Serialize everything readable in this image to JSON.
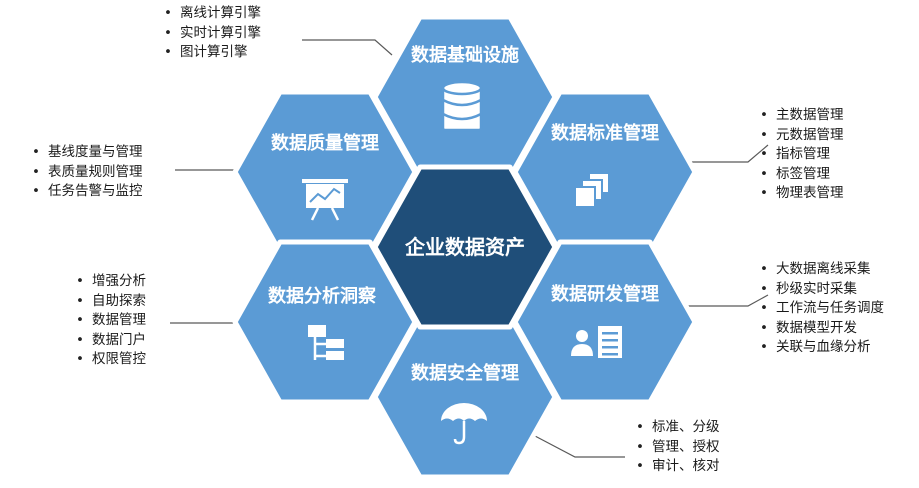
{
  "center": {
    "title": "企业数据资产"
  },
  "hexagons": {
    "infra": {
      "title": "数据基础设施",
      "icon": "database-icon",
      "items": [
        "离线计算引擎",
        "实时计算引擎",
        "图计算引擎"
      ]
    },
    "standard": {
      "title": "数据标准管理",
      "icon": "stacked-pages-icon",
      "items": [
        "主数据管理",
        "元数据管理",
        "指标管理",
        "标签管理",
        "物理表管理"
      ]
    },
    "quality": {
      "title": "数据质量管理",
      "icon": "presentation-board-icon",
      "items": [
        "基线度量与管理",
        "表质量规则管理",
        "任务告警与监控"
      ]
    },
    "dev": {
      "title": "数据研发管理",
      "icon": "user-list-icon",
      "items": [
        "大数据离线采集",
        "秒级实时采集",
        "工作流与任务调度",
        "数据模型开发",
        "关联与血缘分析"
      ]
    },
    "analysis": {
      "title": "数据分析洞察",
      "icon": "hierarchy-tree-icon",
      "items": [
        "增强分析",
        "自助探索",
        "数据管理",
        "数据门户",
        "权限管控"
      ]
    },
    "security": {
      "title": "数据安全管理",
      "icon": "umbrella-icon",
      "items": [
        "标准、分级",
        "管理、授权",
        "审计、核对"
      ]
    }
  },
  "colors": {
    "outer_hex": "#5b9bd5",
    "center_hex": "#1f4e79",
    "hex_stroke": "#ffffff",
    "leader_line": "#595959"
  }
}
